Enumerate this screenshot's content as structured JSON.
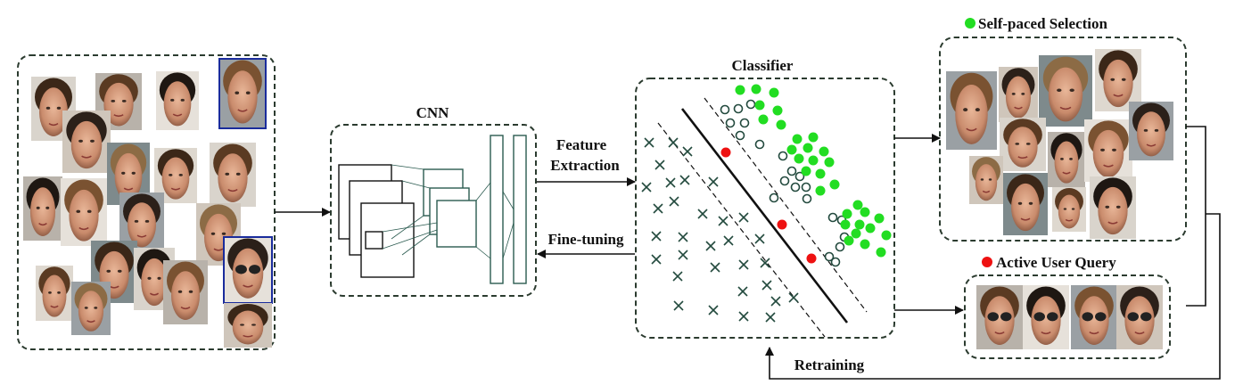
{
  "labels": {
    "cnn": "CNN",
    "classifier": "Classifier",
    "feature": "Feature",
    "extraction": "Extraction",
    "finetuning": "Fine-tuning",
    "selfpaced": "Self-paced Selection",
    "activequery": "Active User Query",
    "retraining": "Retraining"
  },
  "colors": {
    "frame": "#2b3b2f",
    "green": "#22dd22",
    "red": "#ee1111",
    "cross": "#234a3e",
    "circle": "#234a3e",
    "highlight": "#1a2c9c"
  }
}
